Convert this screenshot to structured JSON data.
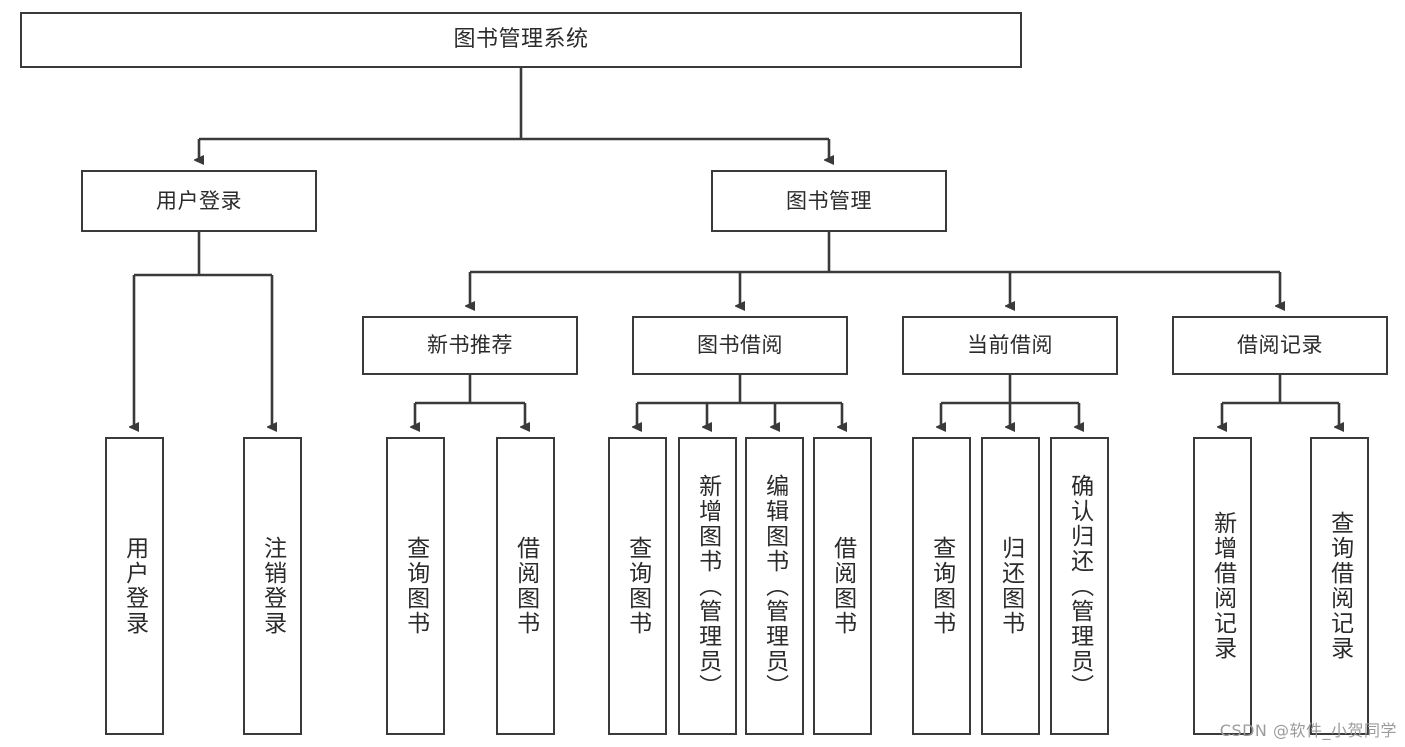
{
  "diagram": {
    "title": "图书管理系统",
    "type": "tree",
    "watermark": "CSDN @软件_小贺同学",
    "colors": {
      "box_border": "#3a3a3a",
      "box_fill": "#ffffff",
      "connector": "#3a3a3a",
      "text": "#2b2b2b",
      "watermark": "#9b9b9b"
    },
    "root": {
      "label": "图书管理系统"
    },
    "level2": [
      {
        "label": "用户登录"
      },
      {
        "label": "图书管理"
      }
    ],
    "level3": [
      {
        "label": "新书推荐"
      },
      {
        "label": "图书借阅"
      },
      {
        "label": "当前借阅"
      },
      {
        "label": "借阅记录"
      }
    ],
    "leaves": {
      "user_login": [
        {
          "label": "用户登录"
        },
        {
          "label": "注销登录"
        }
      ],
      "new_book_recommend": [
        {
          "label": "查询图书"
        },
        {
          "label": "借阅图书"
        }
      ],
      "book_borrow": [
        {
          "label": "查询图书"
        },
        {
          "label": "新增图书（管理员）"
        },
        {
          "label": "编辑图书（管理员）"
        },
        {
          "label": "借阅图书"
        }
      ],
      "current_borrow": [
        {
          "label": "查询图书"
        },
        {
          "label": "归还图书"
        },
        {
          "label": "确认归还（管理员）"
        }
      ],
      "borrow_record": [
        {
          "label": "新增借阅记录"
        },
        {
          "label": "查询借阅记录"
        }
      ]
    }
  }
}
